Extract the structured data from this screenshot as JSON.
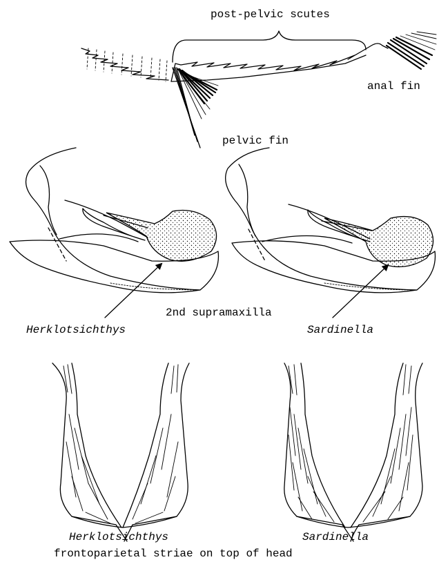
{
  "labels": {
    "post_pelvic_scutes": "post-pelvic scutes",
    "anal_fin": "anal fin",
    "pelvic_fin": "pelvic fin",
    "second_supramaxilla": "2nd supramaxilla",
    "herklotsichthys_upper": "Herklotsichthys",
    "sardinella_upper": "Sardinella",
    "herklotsichthys_lower": "Herklotsichthys",
    "sardinella_lower": "Sardinella",
    "frontoparietal_caption": "frontoparietal striae on top of head"
  }
}
